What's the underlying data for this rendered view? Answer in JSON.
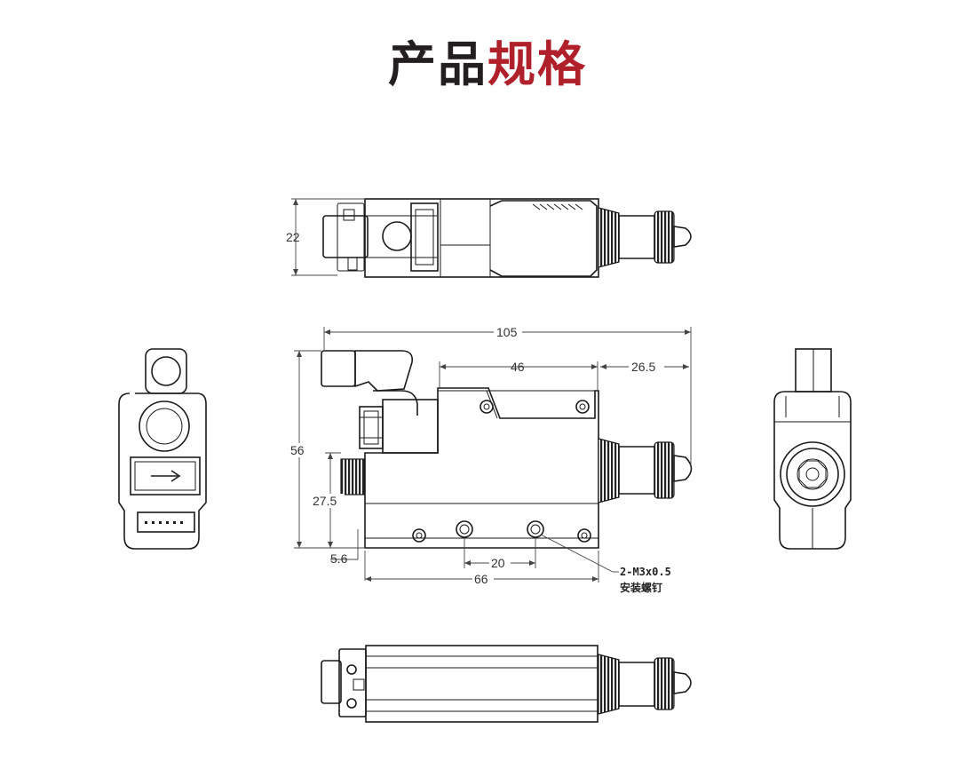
{
  "title": {
    "part1": "产品",
    "part2": "规格"
  },
  "colors": {
    "title_dark": "#231f20",
    "title_accent": "#b0202a",
    "line": "#1a1a1a"
  },
  "dimensions": {
    "top_height": "22",
    "overall_length": "105",
    "body_length_top": "46",
    "nozzle_length": "26.5",
    "overall_height": "56",
    "lower_height": "27.5",
    "offset": "5.6",
    "hole_spacing": "20",
    "base_length": "66"
  },
  "callout": {
    "thread": "2-M3x0.5",
    "label": "安装螺钉"
  }
}
